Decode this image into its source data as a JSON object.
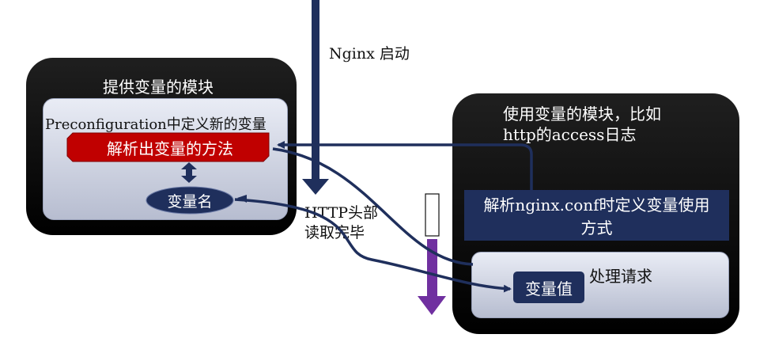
{
  "startup_label": "Nginx 启动",
  "http_done_label": [
    "HTTP头部",
    "读取完毕"
  ],
  "provider": {
    "title": "提供变量的模块",
    "preconfig_label": "Preconfiguration中定义新的变量",
    "parse_method_label": "解析出变量的方法",
    "var_name_label": "变量名"
  },
  "consumer": {
    "title_line1": "使用变量的模块，比如",
    "title_line2": "http的access日志",
    "parse_conf_label_line1": "解析nginx.conf时定义变量使用",
    "parse_conf_label_line2": "方式",
    "handle_request_label": "处理请求",
    "var_value_label": "变量值"
  },
  "colors": {
    "navy": "#1f2f5c",
    "method_red": "#c00000",
    "timeline_purple": "#7030a0"
  }
}
